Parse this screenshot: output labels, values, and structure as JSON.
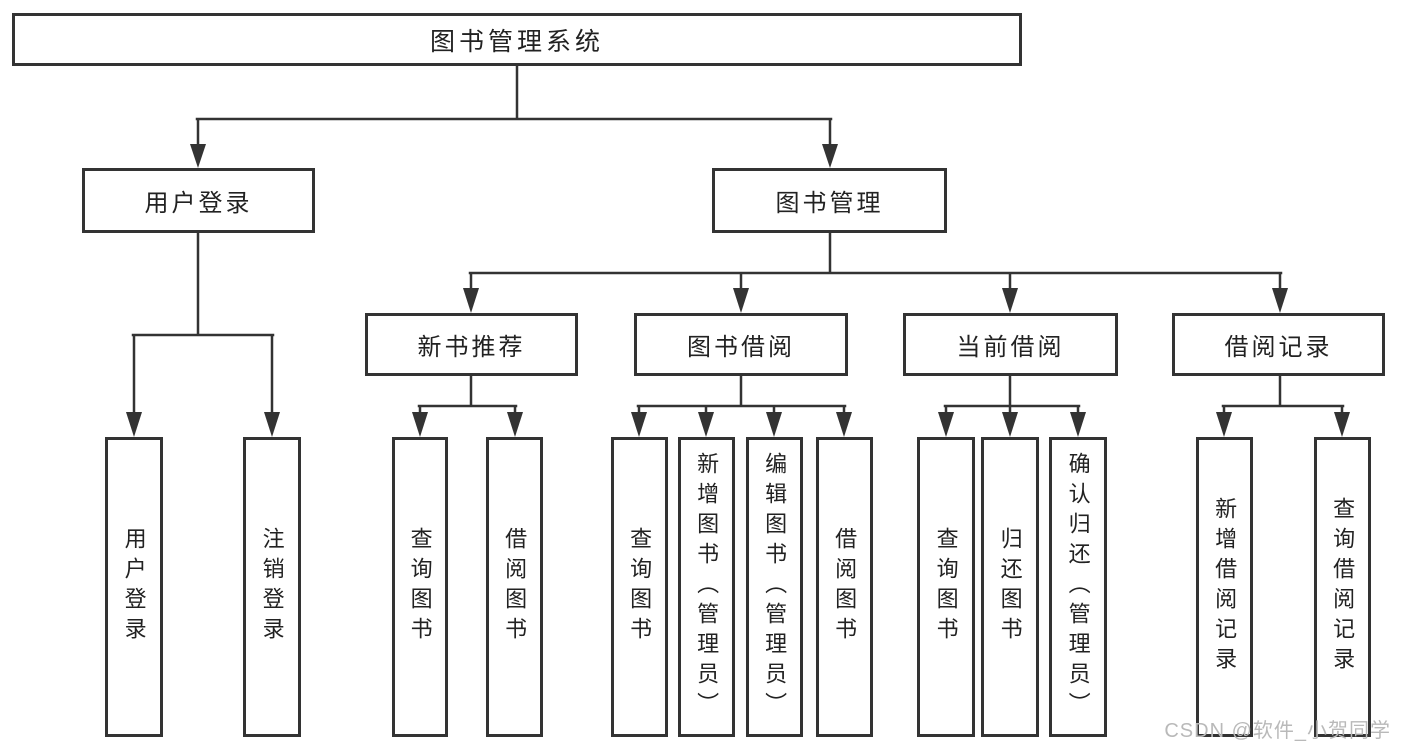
{
  "diagram": {
    "title": "图书管理系统",
    "tree": {
      "root": {
        "label": "图书管理系统",
        "children": [
          {
            "label": "用户登录",
            "children": [
              {
                "label": "用户登录"
              },
              {
                "label": "注销登录"
              }
            ]
          },
          {
            "label": "图书管理",
            "children": [
              {
                "label": "新书推荐",
                "children": [
                  {
                    "label": "查询图书"
                  },
                  {
                    "label": "借阅图书"
                  }
                ]
              },
              {
                "label": "图书借阅",
                "children": [
                  {
                    "label": "查询图书"
                  },
                  {
                    "label": "新增图书（管理员）"
                  },
                  {
                    "label": "编辑图书（管理员）"
                  },
                  {
                    "label": "借阅图书"
                  }
                ]
              },
              {
                "label": "当前借阅",
                "children": [
                  {
                    "label": "查询图书"
                  },
                  {
                    "label": "归还图书"
                  },
                  {
                    "label": "确认归还（管理员）"
                  }
                ]
              },
              {
                "label": "借阅记录",
                "children": [
                  {
                    "label": "新增借阅记录"
                  },
                  {
                    "label": "查询借阅记录"
                  }
                ]
              }
            ]
          }
        ]
      }
    },
    "watermark": "CSDN @软件_小贺同学",
    "colors": {
      "line": "#333333",
      "border": "#333333",
      "text": "#222222",
      "watermark": "#b9b9b9",
      "background": "#ffffff"
    }
  }
}
